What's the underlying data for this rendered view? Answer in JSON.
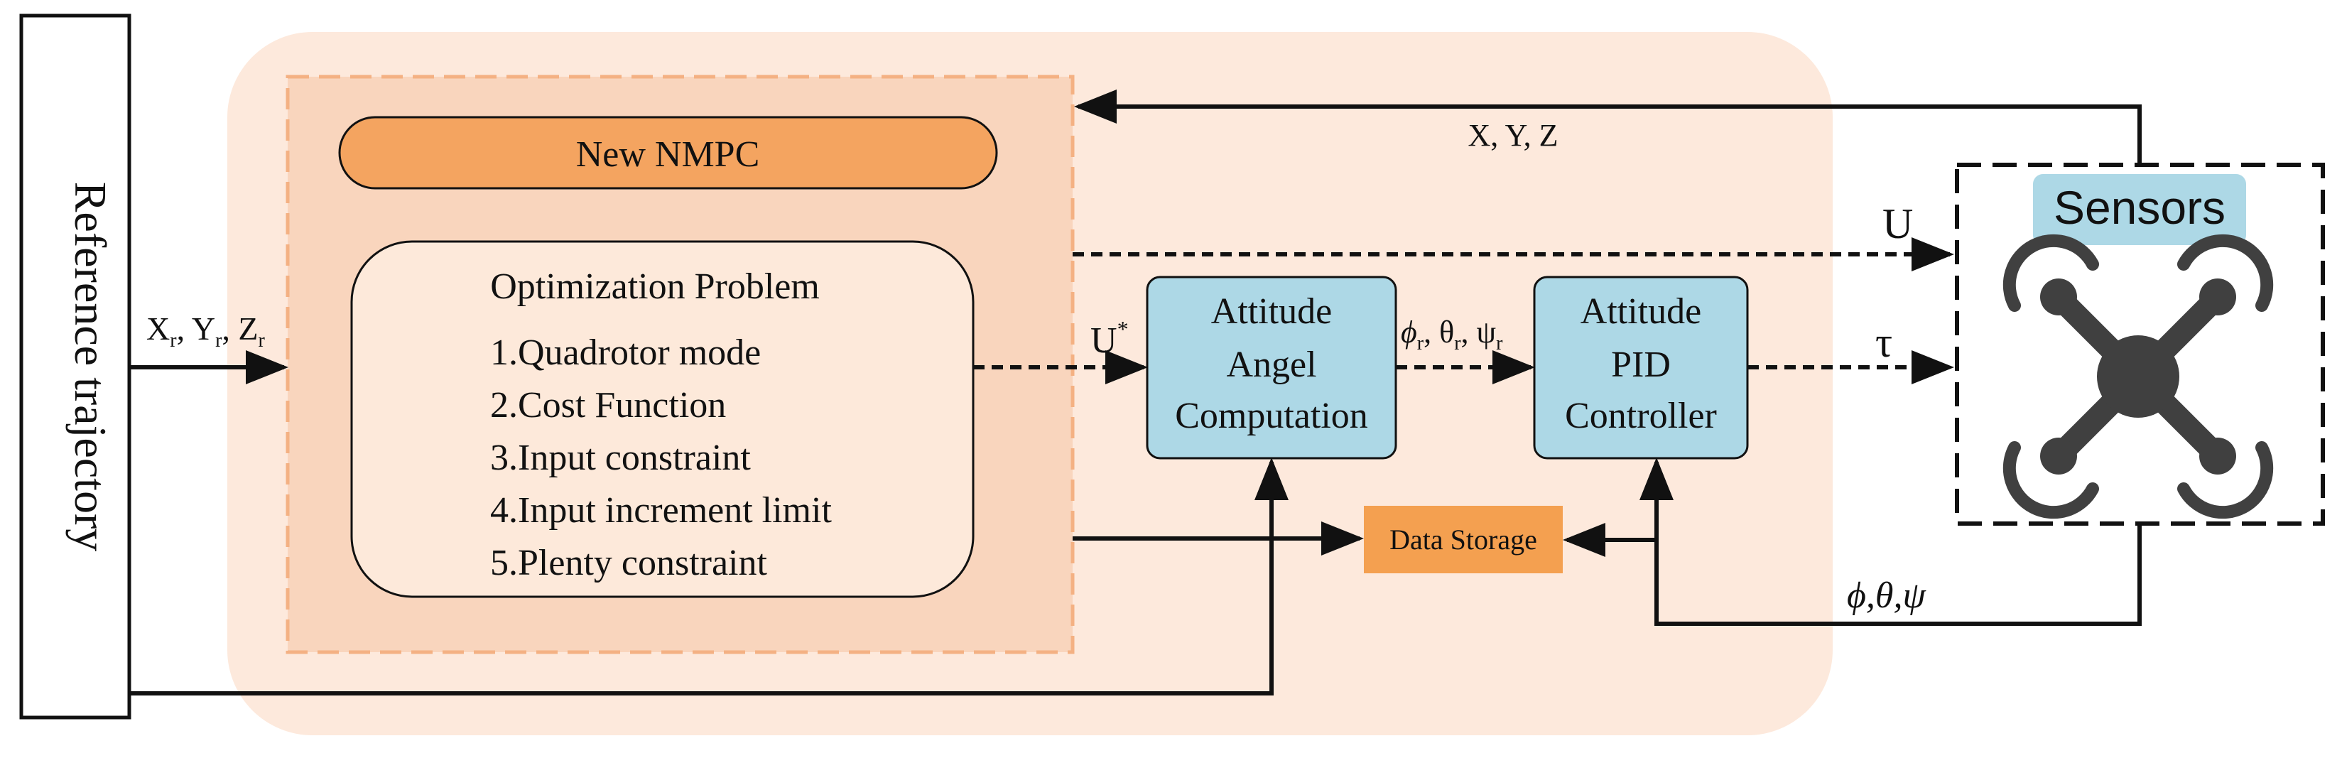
{
  "reference": {
    "label": "Reference trajectory"
  },
  "nmpc": {
    "title": "New NMPC",
    "optimization": {
      "title": "Optimization Problem",
      "items": [
        "1.Quadrotor mode",
        "2.Cost Function",
        "3.Input constraint",
        "4.Input increment limit",
        "5.Plenty constraint"
      ]
    }
  },
  "attitude_angle": {
    "line1": "Attitude",
    "line2": "Angel",
    "line3": "Computation"
  },
  "attitude_pid": {
    "line1": "Attitude",
    "line2": "PID",
    "line3": "Controller"
  },
  "data_storage": {
    "label": "Data Storage"
  },
  "sensors": {
    "label": "Sensors",
    "icon": "quadrotor-drone-icon"
  },
  "signals": {
    "ref_x": "X",
    "ref_y": "Y",
    "ref_z": "Z",
    "ref_sub": "r",
    "feedback_xyz": "X, Y, Z",
    "u": "U",
    "u_star": "U",
    "u_star_sup": "*",
    "phi_r": "ϕ",
    "theta_r": "θ",
    "psi_r": "ψ",
    "angle_sub": "r",
    "tau": "τ",
    "phi_theta_psi": "ϕ,θ,ψ"
  },
  "colors": {
    "outer_region": "#fde9dc",
    "nmpc_region": "#f9d5bd",
    "nmpc_border": "#f4b183",
    "nmpc_header": "#f4a460",
    "optimization_fill": "#fde9da",
    "controller_fill": "#add8e6",
    "data_storage_fill": "#f4a050",
    "sensors_label_fill": "#add8e6",
    "drone": "#404040"
  }
}
